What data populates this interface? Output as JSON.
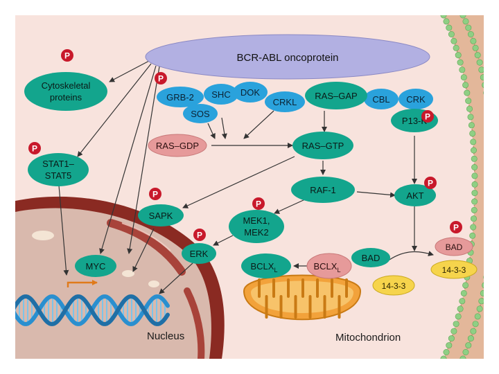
{
  "colors": {
    "background": "#f8e3dd",
    "membrane": "#e3b79a",
    "membrane_bead": "#8fcf84",
    "oncoprotein": "#b2b0e2",
    "adaptor": "#2aa2dc",
    "effector": "#13a58d",
    "ras_gdp": "#e69a9a",
    "phospho": "#c8192b",
    "arrow": "#333333",
    "nucleus_fill": "#d9b9ad",
    "nucleus_rim": "#8a2a22",
    "mito_outer": "#f2a23b",
    "mito_inner": "#c97a14",
    "protein_1433": "#f6d44c",
    "dna_a": "#2a8fcf",
    "dna_b": "#7cc4ea"
  },
  "labels": {
    "bcr_abl": "BCR-ABL oncoprotein",
    "cytoskeletal_1": "Cytoskeletal",
    "cytoskeletal_2": "proteins",
    "grb2": "GRB-2",
    "shc": "SHC",
    "dok": "DOK",
    "sos": "SOS",
    "crkl": "CRKL",
    "ras_gap": "RAS–GAP",
    "cbl": "CBL",
    "crk": "CRK",
    "pi3k": "P13-K",
    "ras_gdp": "RAS–GDP",
    "ras_gtp": "RAS–GTP",
    "stat_1": "STAT1–",
    "stat_2": "STAT5",
    "raf1": "RAF-1",
    "akt": "AKT",
    "sapk": "SAPK",
    "mek_1": "MEK1,",
    "mek_2": "MEK2",
    "erk": "ERK",
    "myc": "MYC",
    "bad": "BAD",
    "bad_bound": "BAD",
    "bclxl_free": "BCLX",
    "bclxl_bound": "BCLX",
    "bclxl_sub": "L",
    "p14_3_3_free": "14-3-3",
    "p14_3_3_bound": "14-3-3",
    "nucleus": "Nucleus",
    "mitochondrion": "Mitochondrion",
    "phospho": "P"
  }
}
